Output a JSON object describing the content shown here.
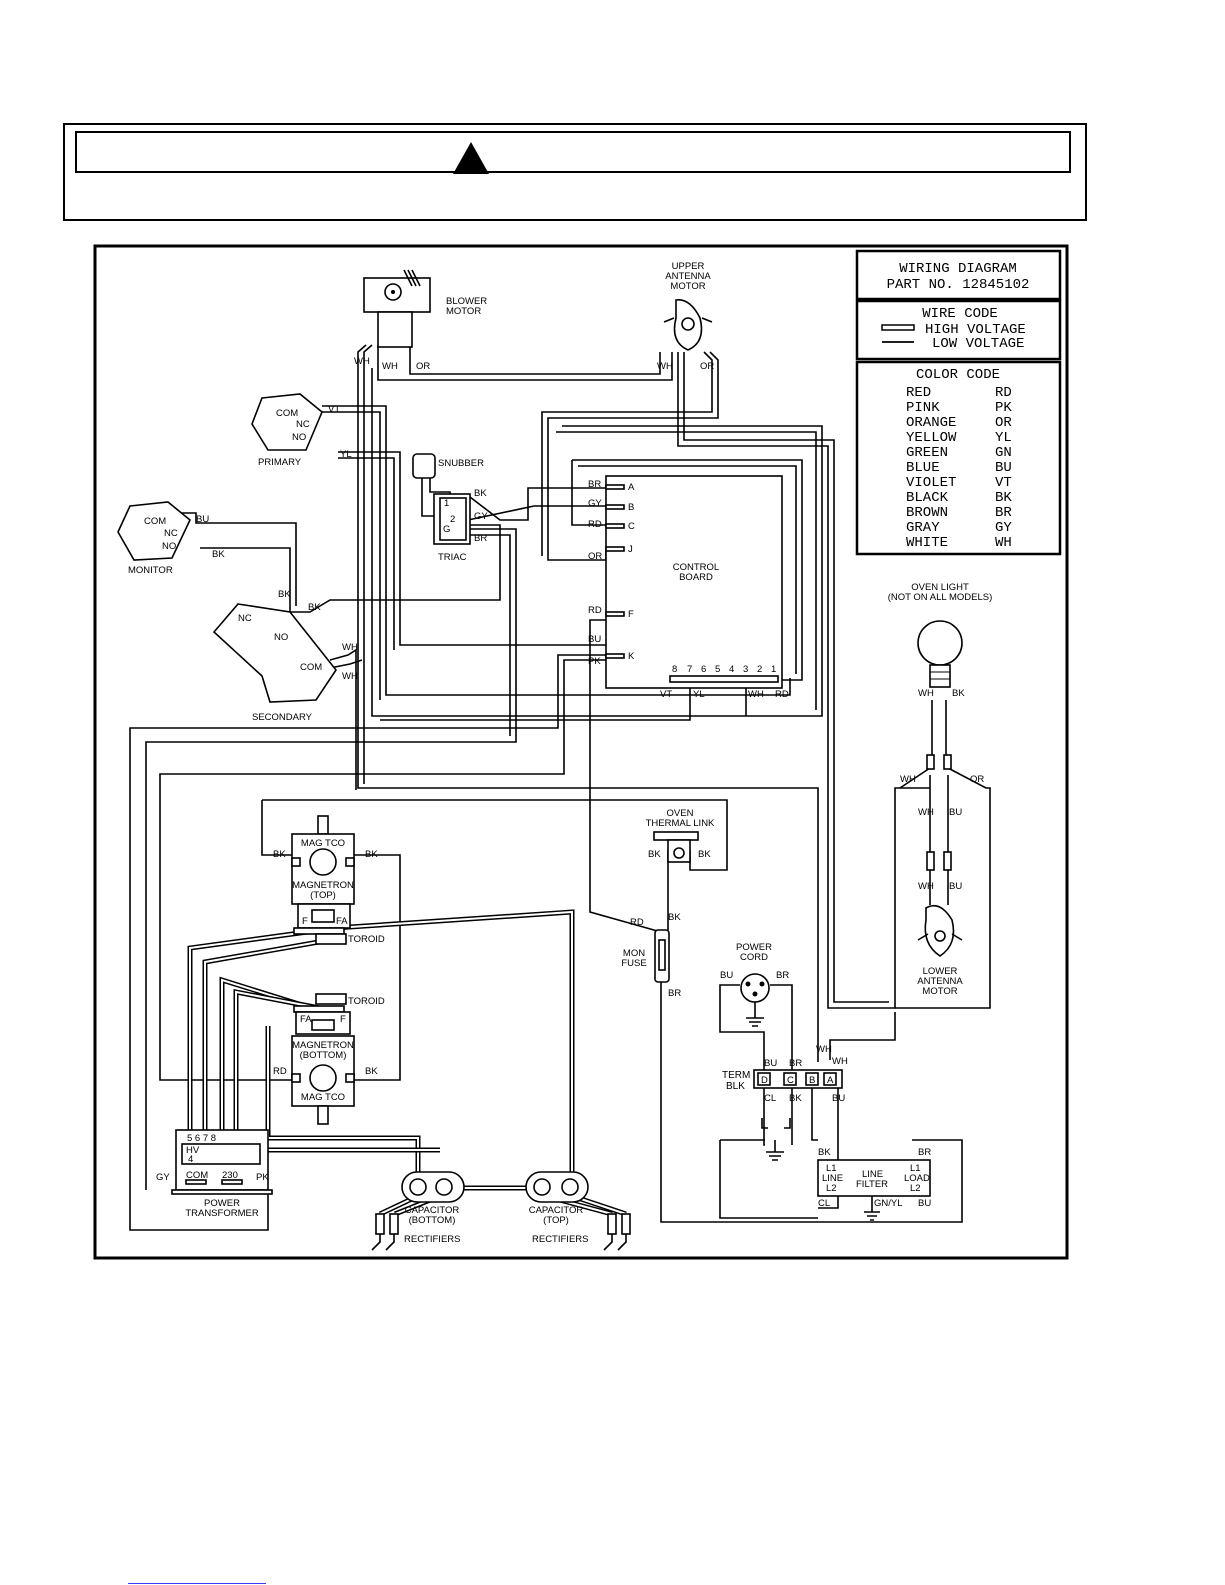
{
  "title_block": {
    "line1": "WIRING DIAGRAM",
    "line2": "PART NO. 12845102"
  },
  "wire_code": {
    "title": "WIRE CODE",
    "high": "HIGH VOLTAGE",
    "low": "LOW VOLTAGE"
  },
  "color_code": {
    "title": "COLOR CODE",
    "rows": [
      {
        "name": "RED",
        "abbr": "RD"
      },
      {
        "name": "PINK",
        "abbr": "PK"
      },
      {
        "name": "ORANGE",
        "abbr": "OR"
      },
      {
        "name": "YELLOW",
        "abbr": "YL"
      },
      {
        "name": "GREEN",
        "abbr": "GN"
      },
      {
        "name": "BLUE",
        "abbr": "BU"
      },
      {
        "name": "VIOLET",
        "abbr": "VT"
      },
      {
        "name": "BLACK",
        "abbr": "BK"
      },
      {
        "name": "BROWN",
        "abbr": "BR"
      },
      {
        "name": "GRAY",
        "abbr": "GY"
      },
      {
        "name": "WHITE",
        "abbr": "WH"
      }
    ]
  },
  "components": {
    "blower_motor": [
      "BLOWER",
      "MOTOR"
    ],
    "upper_antenna": [
      "UPPER",
      "ANTENNA",
      "MOTOR"
    ],
    "snubber": "SNUBBER",
    "triac": "TRIAC",
    "primary": "PRIMARY",
    "monitor": "MONITOR",
    "secondary": "SECONDARY",
    "control_board": [
      "CONTROL",
      "BOARD"
    ],
    "oven_light": [
      "OVEN LIGHT",
      "(NOT ON ALL MODELS)"
    ],
    "oven_thermal_link": [
      "OVEN",
      "THERMAL LINK"
    ],
    "mon_fuse": [
      "MON",
      "FUSE"
    ],
    "power_cord": [
      "POWER",
      "CORD"
    ],
    "lower_antenna": [
      "LOWER",
      "ANTENNA",
      "MOTOR"
    ],
    "term_blk": [
      "TERM",
      "BLK"
    ],
    "line_filter": [
      "LINE",
      "FILTER"
    ],
    "mag_tco": "MAG TCO",
    "magnetron_top": [
      "MAGNETRON",
      "(TOP)"
    ],
    "magnetron_bottom": [
      "MAGNETRON",
      "(BOTTOM)"
    ],
    "toroid": "TOROID",
    "power_transformer": [
      "POWER",
      "TRANSFORMER"
    ],
    "capacitor_bottom": [
      "CAPACITOR",
      "(BOTTOM)"
    ],
    "capacitor_top": [
      "CAPACITOR",
      "(TOP)"
    ],
    "rectifiers": "RECTIFIERS"
  },
  "switch_terms": {
    "com": "COM",
    "nc": "NC",
    "no": "NO"
  },
  "board_pins": {
    "left": [
      "A",
      "B",
      "C",
      "J",
      "F",
      "K"
    ],
    "bottom": [
      "8",
      "7",
      "6",
      "5",
      "4",
      "3",
      "2",
      "1"
    ]
  },
  "term_letters": [
    "D",
    "C",
    "B",
    "A"
  ],
  "transformer_pins": {
    "top": "5 6 7 8",
    "hv": "HV",
    "four": "4",
    "com": "COM",
    "v230": "230"
  },
  "filter_terms": {
    "l1": "L1",
    "l2": "L2",
    "line": "LINE",
    "load": "LOAD",
    "filter": "FILTER"
  },
  "magnetron_terms": {
    "f": "F",
    "fa": "FA"
  },
  "wire_labels": {
    "wh": "WH",
    "or": "OR",
    "vt": "VT",
    "yl": "YL",
    "bu": "BU",
    "bk": "BK",
    "br": "BR",
    "gy": "GY",
    "rd": "RD",
    "pk": "PK",
    "cl": "CL",
    "gnyl": "GN/YL",
    "triac_1": "1",
    "triac_2": "2",
    "triac_g": "G"
  }
}
